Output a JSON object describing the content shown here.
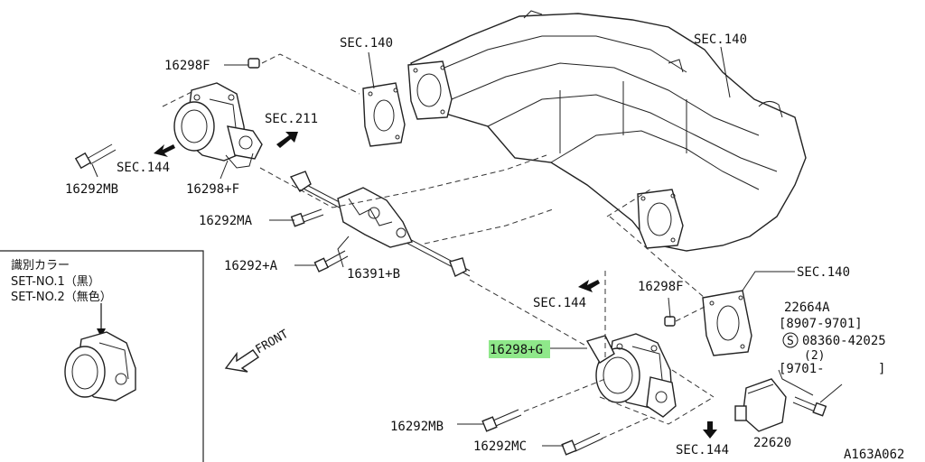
{
  "labels": {
    "sec140_a": "SEC.140",
    "sec140_b": "SEC.140",
    "sec140_c": "SEC.140",
    "sec211": "SEC.211",
    "sec144_a": "SEC.144",
    "sec144_b": "SEC.144",
    "sec144_c": "SEC.144",
    "p16298F_a": "16298F",
    "p16298F_b": "16298F",
    "p16292MB_a": "16292MB",
    "p16292MB_b": "16292MB",
    "p16298pF": "16298+F",
    "p16292MA": "16292MA",
    "p16292pA": "16292+A",
    "p16391pB": "16391+B",
    "p16298pG": "16298+G",
    "p16292MC": "16292MC",
    "p22620": "22620",
    "p22664A": "22664A",
    "range_1": "[8907-9701]",
    "circled_s": "S",
    "p08360": "08360-42025",
    "qty": "(2)",
    "range_2_start": "[9701-",
    "range_2_end": "]",
    "front": "FRONT",
    "figure_code": "A163A062"
  },
  "inset": {
    "title": "識別カラー",
    "line1": "SET-NO.1（黒）",
    "line2": "SET-NO.2（無色）"
  },
  "highlight_color": "#8fe88a"
}
